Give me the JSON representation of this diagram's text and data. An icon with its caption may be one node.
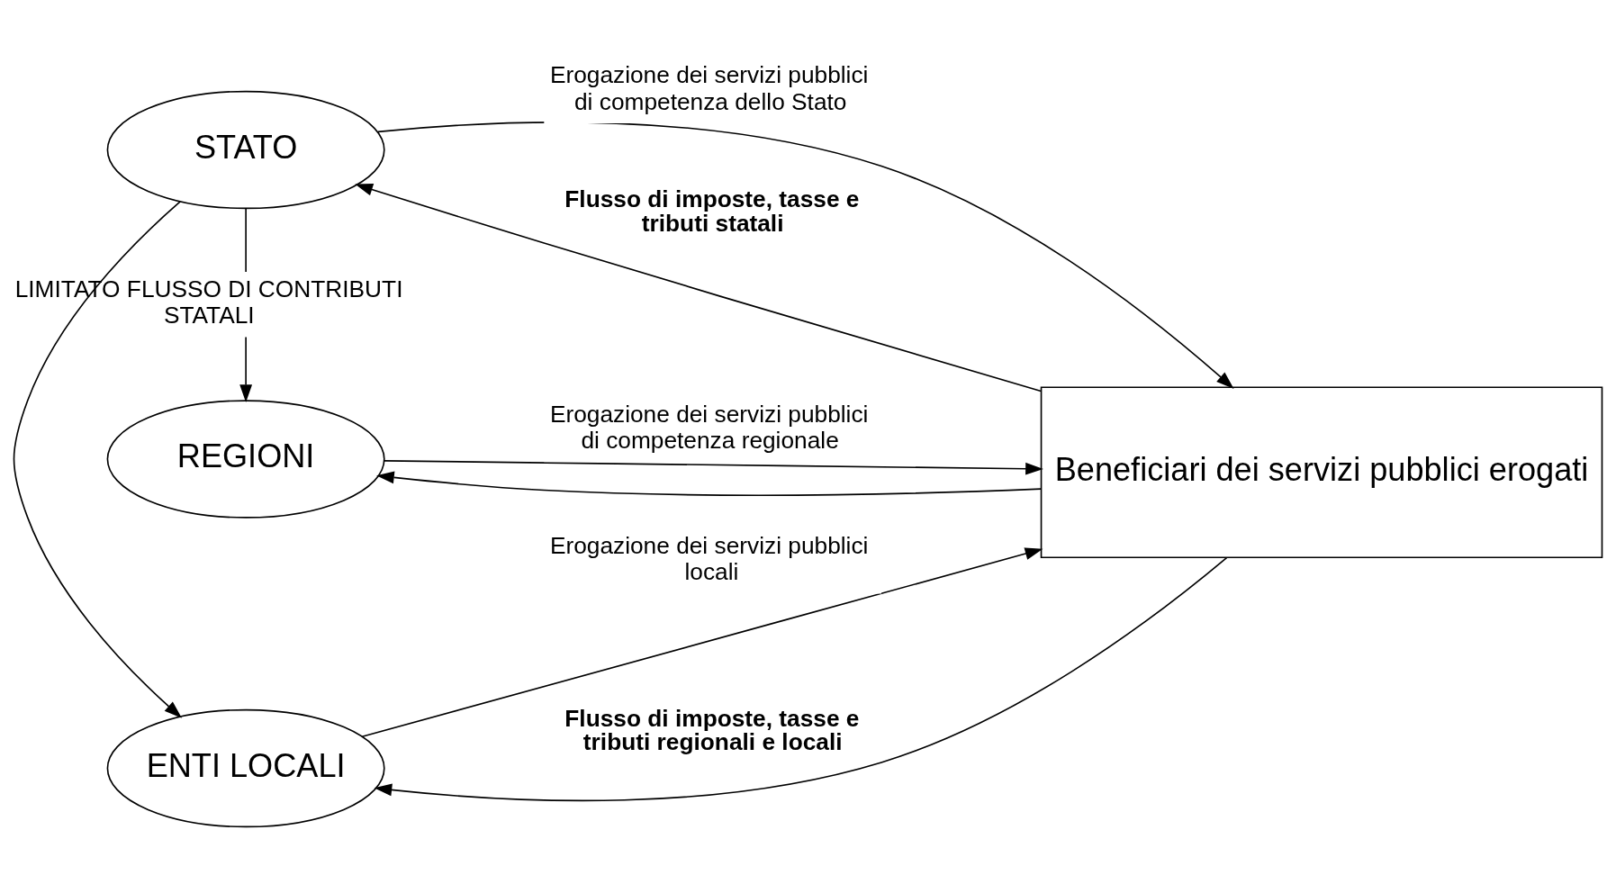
{
  "diagram": {
    "nodes": [
      {
        "text": [
          "STATO"
        ]
      },
      {
        "text": [
          "REGIONI"
        ]
      },
      {
        "text": [
          "ENTI LOCALI"
        ]
      },
      {
        "text": [
          "Beneficiari dei servizi pubblici erogati"
        ]
      }
    ],
    "edges": [
      {
        "from": 3,
        "to": 0,
        "arrow": "to",
        "label": "Flusso di imposte, tasse e tributi statali"
      },
      {
        "from": 0,
        "to": 1,
        "arrow": "to",
        "label": "LIMITATO FLUSSO DI CONTRIBUTI STATALI"
      },
      {
        "from": 0,
        "to": 2,
        "arrow": "to"
      },
      {
        "from": 0,
        "to": 3,
        "arrow": "to",
        "label": "Erogazione dei servizi pubblici di competenza dello Stato"
      },
      {
        "from": 1,
        "to": 3,
        "arrow": "to",
        "label": "Erogazione dei servizi pubblici di competenza regionale"
      },
      {
        "from": 2,
        "to": 3,
        "arrow": "to",
        "label": "Erogazione dei servizi pubblici locali"
      },
      {
        "from": 3,
        "to": 2,
        "arrow": "to",
        "label": "Flusso di imposte, tasse e tributi regionali e locali"
      },
      {
        "from": 3,
        "to": 1,
        "arrow": "to"
      }
    ]
  }
}
